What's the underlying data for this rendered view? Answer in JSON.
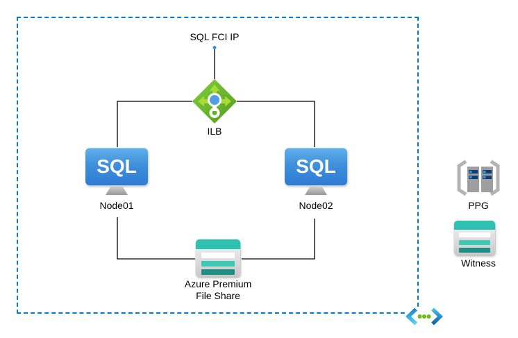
{
  "nodes": {
    "sql_fci_ip": {
      "label": "SQL FCI IP"
    },
    "ilb": {
      "label": "ILB",
      "icon": "load-balancer-icon"
    },
    "node01": {
      "label": "Node01",
      "icon": "sql-vm-icon",
      "icon_text": "SQL"
    },
    "node02": {
      "label": "Node02",
      "icon": "sql-vm-icon",
      "icon_text": "SQL"
    },
    "file_share": {
      "label_line1": "Azure Premium",
      "label_line2": "File Share",
      "icon": "file-share-icon"
    },
    "ppg": {
      "label": "PPG",
      "icon": "proximity-placement-group-icon"
    },
    "witness": {
      "label": "Witness",
      "icon": "file-share-icon"
    },
    "vnet_corner": {
      "icon": "virtual-network-icon"
    }
  },
  "colors": {
    "boundary_dash": "#0078D4",
    "connector": "#000000",
    "connector_dot_blue": "#3B8EDE",
    "sql_vm_blue_top": "#60B1E8",
    "sql_vm_blue_bottom": "#2E7CD2",
    "load_balancer_green": "#6FBE27",
    "load_balancer_arrow_green": "#A8DC35",
    "load_balancer_center_blue": "#4D9FE0",
    "file_share_teal_header": "#2EC0B0",
    "file_share_teal_bar": "#3EC9B4",
    "file_share_teal_dark": "#1F8E84",
    "ppg_bracket_gray": "#B3B3B3",
    "ppg_server_gray": "#9E9E9E",
    "ppg_bar_navy": "#0F3C73",
    "ppg_bar_blue": "#2F9BE0",
    "vnet_icon_green": "#6FBA1C",
    "vnet_icon_blue_dark": "#0C64AC",
    "vnet_icon_cyan": "#5BD0F2"
  }
}
